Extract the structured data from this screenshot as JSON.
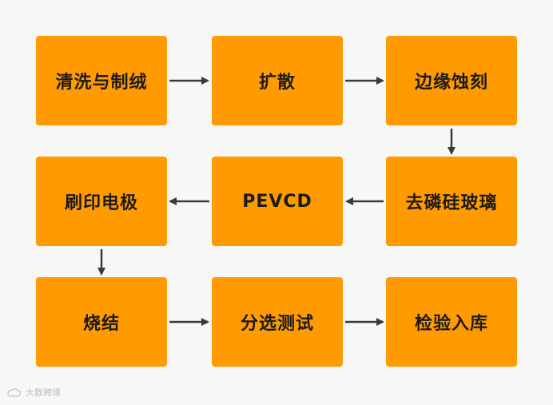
{
  "diagram": {
    "nodes": [
      {
        "id": "n1",
        "label": "清洗与制绒"
      },
      {
        "id": "n2",
        "label": "扩散"
      },
      {
        "id": "n3",
        "label": "边缘蚀刻"
      },
      {
        "id": "n4",
        "label": "刷印电极"
      },
      {
        "id": "n5",
        "label": "PEVCD"
      },
      {
        "id": "n6",
        "label": "去磷硅玻璃"
      },
      {
        "id": "n7",
        "label": "烧结"
      },
      {
        "id": "n8",
        "label": "分选测试"
      },
      {
        "id": "n9",
        "label": "检验入库"
      }
    ],
    "edges": [
      {
        "from": "n1",
        "to": "n2"
      },
      {
        "from": "n2",
        "to": "n3"
      },
      {
        "from": "n3",
        "to": "n6"
      },
      {
        "from": "n6",
        "to": "n5"
      },
      {
        "from": "n5",
        "to": "n4"
      },
      {
        "from": "n4",
        "to": "n7"
      },
      {
        "from": "n7",
        "to": "n8"
      },
      {
        "from": "n8",
        "to": "n9"
      }
    ],
    "colors": {
      "node_fill": "#ff9a00",
      "arrow": "#3a3a3a",
      "background": "#f7f7f7"
    }
  },
  "watermark": {
    "text": "大数跨境",
    "icon": "cloud-logo-icon"
  }
}
